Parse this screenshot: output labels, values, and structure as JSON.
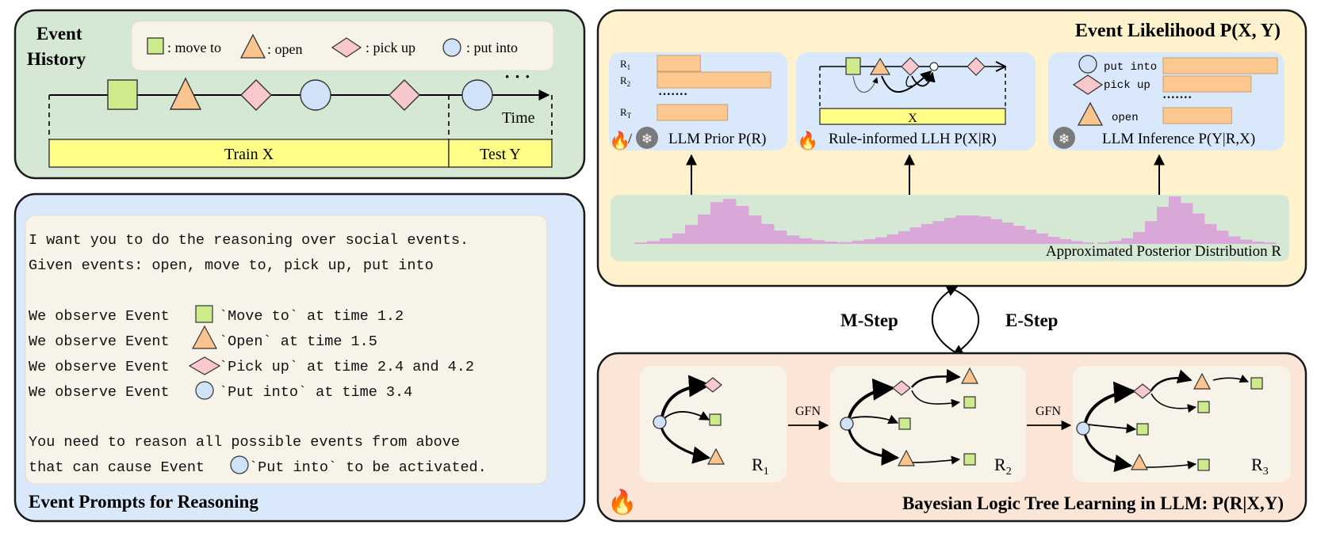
{
  "history": {
    "title_line1": "Event",
    "title_line2": "History",
    "legend": {
      "move": ": move to",
      "open": ": open",
      "pick": ": pick up",
      "put": ": put into"
    },
    "ellipsis": "· · ·",
    "time_label": "Time",
    "train_label": "Train X",
    "test_label": "Test Y"
  },
  "prompts": {
    "line1": "I want you to do the reasoning over social events.",
    "line2": "Given events: open, move to, pick up, put into",
    "obs_prefix": "We observe Event",
    "obs1": "`Move to` at time 1.2",
    "obs2": "`Open` at time 1.5",
    "obs3": "`Pick up` at time 2.4 and 4.2",
    "obs4": "`Put into` at time 3.4",
    "reason1": "You need to reason all possible events from above",
    "reason2_a": "that can cause Event",
    "reason2_b": "`Put into` to be activated.",
    "title": "Event Prompts for Reasoning"
  },
  "likelihood": {
    "title": "Event Likelihood P(X, Y)",
    "prior": {
      "r1_base": "R",
      "r1_sub": "1",
      "r2_base": "R",
      "r2_sub": "2",
      "rt_base": "R",
      "rt_sub": "T",
      "dots": "·······",
      "slash": "/",
      "label": "LLM Prior P(R)",
      "bar_fractions": [
        0.38,
        1.0,
        0.62
      ]
    },
    "llh": {
      "x_label": "X",
      "label": "Rule-informed LLH P(X|R)"
    },
    "inference": {
      "put": "put into",
      "pick": "pick up",
      "open": "open",
      "dots": "·······",
      "label": "LLM Inference P(Y|R,X)",
      "bar_fractions": [
        1.0,
        0.77,
        0.6
      ]
    },
    "posterior_label": "Approximated Posterior Distribution R"
  },
  "em": {
    "m_step": "M-Step",
    "e_step": "E-Step"
  },
  "tree": {
    "gfn1": "GFN",
    "gfn2": "GFN",
    "r1_base": "R",
    "r1_sub": "1",
    "r2_base": "R",
    "r2_sub": "2",
    "r3_base": "R",
    "r3_sub": "3",
    "title": "Bayesian Logic Tree Learning in LLM: P(R|X,Y)"
  },
  "colors": {
    "green_panel": "#d5e8d4",
    "blue_panel": "#dae8fc",
    "yellow_panel": "#fff2cc",
    "orange_panel": "#fbe5d6",
    "square": "#cdeb8b",
    "triangle": "#f9c48d",
    "diamond": "#f8c8cc",
    "circle": "#cfe2f7",
    "bar": "#fcc88f",
    "timeline": "#ffff88",
    "histogram": "#d9a8d8"
  },
  "histograms": [
    [
      0.03,
      0.06,
      0.12,
      0.22,
      0.4,
      0.62,
      0.88,
      0.95,
      0.8,
      0.6,
      0.42,
      0.28,
      0.18,
      0.12,
      0.08,
      0.05,
      0.03,
      0.02
    ],
    [
      0.02,
      0.04,
      0.07,
      0.1,
      0.14,
      0.2,
      0.27,
      0.35,
      0.42,
      0.48,
      0.55,
      0.6,
      0.6,
      0.58,
      0.52,
      0.45,
      0.38,
      0.3,
      0.22,
      0.15,
      0.1,
      0.06,
      0.03
    ],
    [
      0.03,
      0.06,
      0.12,
      0.25,
      0.48,
      0.78,
      1.0,
      0.86,
      0.64,
      0.42,
      0.28,
      0.16,
      0.09,
      0.05,
      0.03
    ]
  ]
}
